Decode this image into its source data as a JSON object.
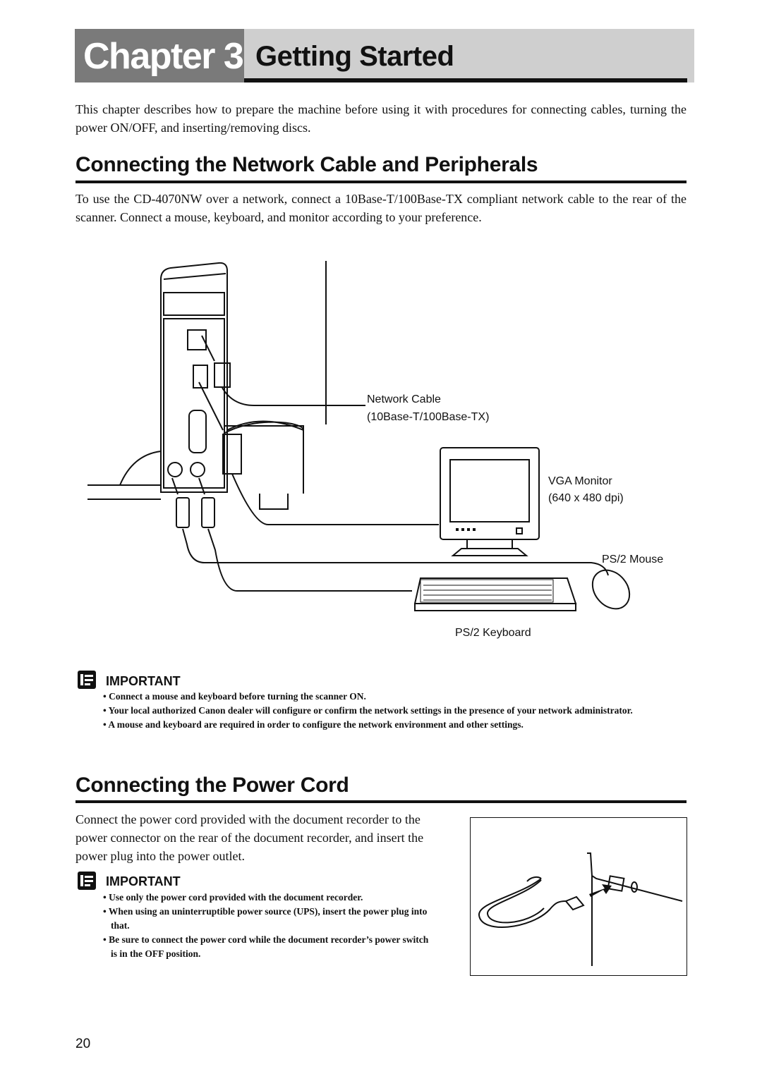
{
  "chapter": {
    "label": "Chapter 3",
    "title": "Getting Started"
  },
  "intro": "This chapter describes how to prepare the machine before using it with procedures for connecting cables, turning the power ON/OFF, and inserting/removing discs.",
  "network_section": {
    "heading": "Connecting the Network Cable and Peripherals",
    "body": "To use the CD-4070NW over a network, connect a 10Base-T/100Base-TX compliant network cable to the rear of the scanner. Connect a mouse, keyboard, and monitor according to your preference.",
    "diagram_labels": {
      "network_cable_1": "Network Cable",
      "network_cable_2": "(10Base-T/100Base-TX)",
      "monitor_1": "VGA Monitor",
      "monitor_2": "(640 x 480 dpi)",
      "mouse": "PS/2 Mouse",
      "keyboard": "PS/2 Keyboard"
    },
    "important": {
      "title": "IMPORTANT",
      "items": [
        "Connect a mouse and keyboard before turning the scanner ON.",
        "Your local authorized Canon dealer will configure or confirm the network settings in the presence of your network administrator.",
        "A mouse and keyboard are required in order to configure the network environment and other settings."
      ]
    }
  },
  "power_section": {
    "heading": "Connecting the Power Cord",
    "body": "Connect the power cord provided with the document recorder to the power connector on the rear of the document recorder, and insert the power plug into the power outlet.",
    "important": {
      "title": "IMPORTANT",
      "items": [
        "Use only the power cord provided with the document recorder.",
        "When using an uninterruptible power source (UPS), insert the power plug into that.",
        "Be sure to connect the power cord while the document recorder’s power switch is in the OFF position."
      ]
    }
  },
  "icons": {
    "important": "important-note-icon"
  },
  "page_number": "20"
}
